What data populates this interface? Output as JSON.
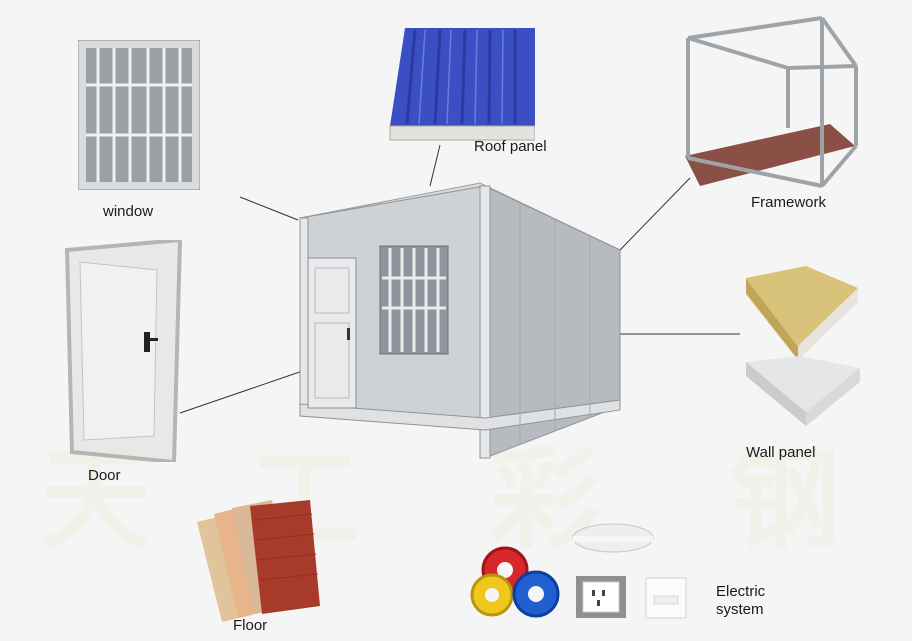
{
  "labels": {
    "window": "window",
    "roof_panel": "Roof panel",
    "framework": "Framework",
    "door": "Door",
    "wall_panel": "Wall panel",
    "floor": "Floor",
    "electric_line1": "Electric",
    "electric_line2": "system"
  },
  "watermark": [
    "天",
    "工",
    "彩",
    "钢"
  ],
  "colors": {
    "background": "#f5f5f5",
    "container": "#c9ccd0",
    "roof_panel": "#3a4fc4",
    "floor_red": "#a83a2a",
    "cable_red": "#d8262a",
    "cable_yellow": "#f0c81c",
    "cable_blue": "#1f5fd0"
  }
}
